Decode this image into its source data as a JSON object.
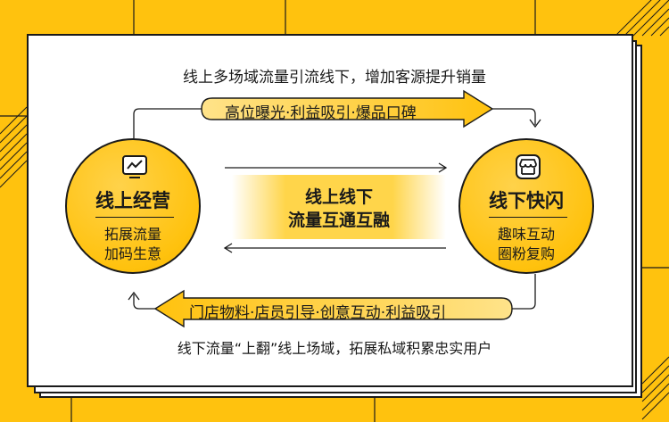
{
  "top_caption": "线上多场域流量引流线下，增加客源提升销量",
  "top_arrow_label": "高位曝光·利益吸引·爆品口碑",
  "bottom_arrow_label": "门店物料·店员引导·创意互动·利益吸引",
  "bottom_caption": "线下流量“上翻”线上场域，拓展私域积累忠实用户",
  "center": {
    "line1": "线上线下",
    "line2": "流量互通互融"
  },
  "left_circle": {
    "title": "线上经营",
    "line1": "拓展流量",
    "line2": "加码生意",
    "icon": "chart-monitor-icon"
  },
  "right_circle": {
    "title": "线下快闪",
    "line1": "趣味互动",
    "line2": "圈粉复购",
    "icon": "storefront-icon"
  },
  "colors": {
    "background": "#FFC20E",
    "accent": "#FFC20E",
    "ink": "#1a1a1a",
    "paper": "#FFFFFF"
  }
}
